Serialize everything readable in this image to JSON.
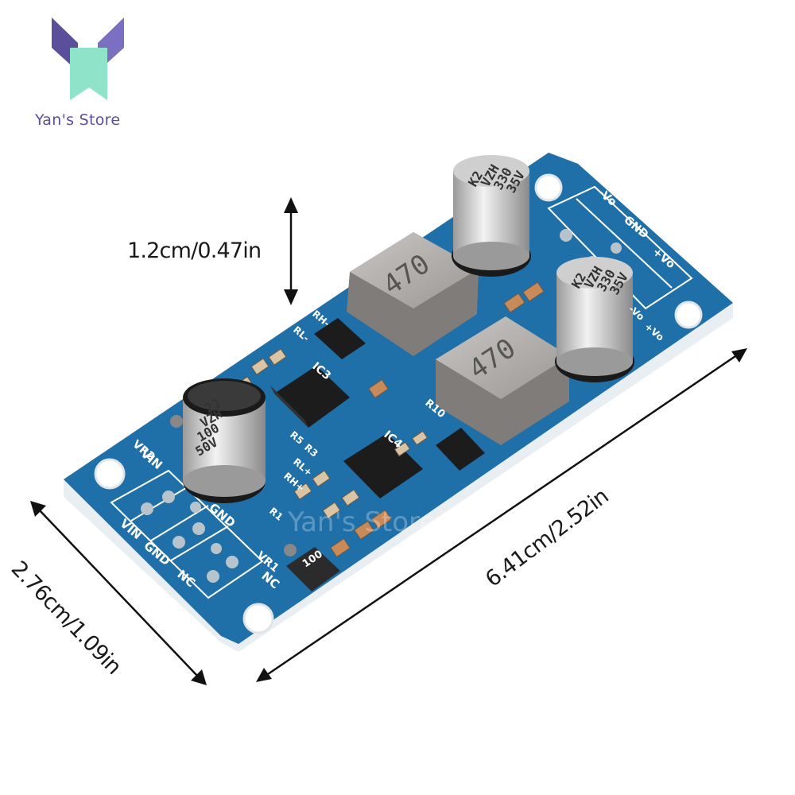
{
  "brand": {
    "name": "Yan's Store",
    "logo_colors": {
      "left": "#5b4f9c",
      "right": "#6fd6c8",
      "center": "#8fe3c9"
    }
  },
  "dimensions": {
    "height": "1.2cm/0.47in",
    "width": "2.76cm/1.09in",
    "length": "6.41cm/2.52in"
  },
  "board": {
    "color": "#1f6fa8",
    "terminal_labels_left": [
      "VIN",
      "GND",
      "NC"
    ],
    "edge_labels_left": [
      "VIN",
      "GND",
      "NC"
    ],
    "terminal_labels_right": [
      "-Vo",
      "GND",
      "+Vo"
    ],
    "silkscreen": [
      "VR2",
      "VR1",
      "IC3",
      "IC4",
      "R10",
      "R3",
      "R5",
      "R1",
      "RL-",
      "RH-",
      "RL+",
      "RH+",
      "-Vo",
      "+Vo"
    ],
    "inductor_marking": "470",
    "small_inductor_marking": "100",
    "cap_large_marking": [
      "2J",
      "VZH",
      "100",
      "50V"
    ],
    "cap_small_marking": [
      "K2",
      "VZH",
      "330",
      "35V"
    ]
  },
  "watermark": "Yan's Store"
}
